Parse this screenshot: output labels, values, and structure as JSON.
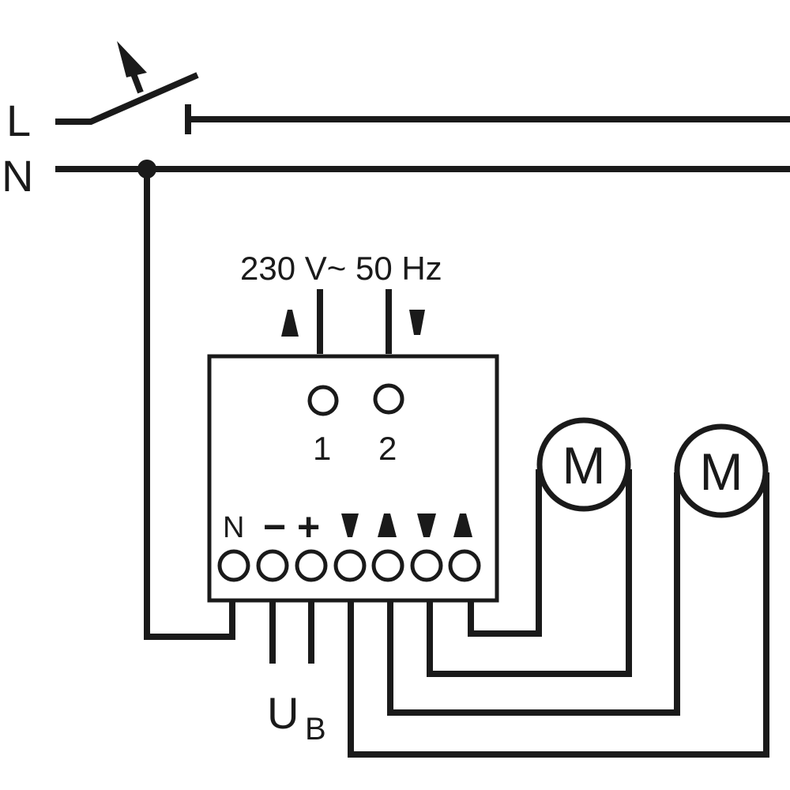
{
  "lines": {
    "L": "L",
    "N": "N"
  },
  "supply": {
    "label": "230 V~ 50 Hz"
  },
  "inputs": {
    "one": "1",
    "two": "2"
  },
  "terminals": {
    "n": "N",
    "minus": "−",
    "plus": "+"
  },
  "motors": {
    "m1": "M",
    "m2": "M"
  },
  "supply_voltage": {
    "main": "U",
    "sub": "B"
  },
  "colors": {
    "stroke": "#1a1a1a",
    "background": "#ffffff"
  }
}
